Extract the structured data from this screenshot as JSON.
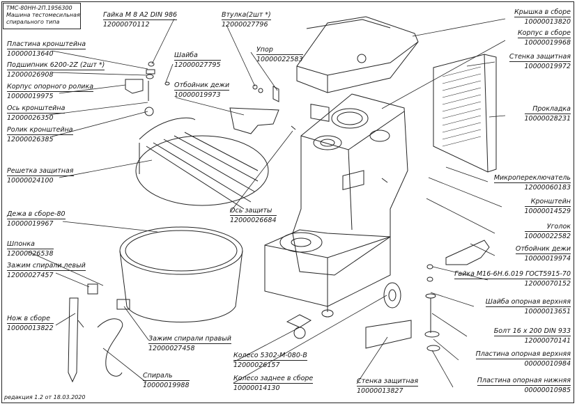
{
  "title_block": {
    "line1": "ТМС-80НН-2П.1956300",
    "line2": "Машина тестомесильная",
    "line3": "спирального типа"
  },
  "revision": "редакция 1.2 от 18.03.2020",
  "parts": [
    {
      "name": "Гайка M 8 A2 DIN 986",
      "code": "12000070112"
    },
    {
      "name": "Пластина кронштейна",
      "code": "10000013640"
    },
    {
      "name": "Подшипник 6200-2Z (2шт *)",
      "code": "12000026908"
    },
    {
      "name": "Корпус опорного ролика",
      "code": "10000019975"
    },
    {
      "name": "Ось кронштейна",
      "code": "12000026350"
    },
    {
      "name": "Ролик кронштейна",
      "code": "12000026385"
    },
    {
      "name": "Шайба",
      "code": "12000027795"
    },
    {
      "name": "Отбойник дежи",
      "code": "10000019973"
    },
    {
      "name": "Втулка(2шт *)",
      "code": "12000027796"
    },
    {
      "name": "Упор",
      "code": "10000022583"
    },
    {
      "name": "Решетка защитная",
      "code": "10000024100"
    },
    {
      "name": "Дежа в сборе-80",
      "code": "10000019967"
    },
    {
      "name": "Шпонка",
      "code": "12000026538"
    },
    {
      "name": "Зажим спирали левый",
      "code": "12000027457"
    },
    {
      "name": "Нож в сборе",
      "code": "10000013822"
    },
    {
      "name": "Зажим спирали правый",
      "code": "12000027458"
    },
    {
      "name": "Спираль",
      "code": "10000019988"
    },
    {
      "name": "Ось защиты",
      "code": "12000026684"
    },
    {
      "name": "Колесо 5302-M-080-B",
      "code": "12000026157"
    },
    {
      "name": "Колесо заднее в сборе",
      "code": "10000014130"
    },
    {
      "name": "Стенка защитная",
      "code": "10000013827"
    },
    {
      "name": "Крышка в сборе",
      "code": "10000013820"
    },
    {
      "name": "Корпус в сборе",
      "code": "10000019968"
    },
    {
      "name": "Стенка защитная",
      "code": "10000019972"
    },
    {
      "name": "Прокладка",
      "code": "10000028231"
    },
    {
      "name": "Микропереключатель",
      "code": "12000060183"
    },
    {
      "name": "Кронштейн",
      "code": "10000014529"
    },
    {
      "name": "Уголок",
      "code": "10000022582"
    },
    {
      "name": "Отбойник дежи",
      "code": "10000019974"
    },
    {
      "name": "Гайка M16-6H.6.019 ГОСТ5915-70",
      "code": "12000070152"
    },
    {
      "name": "Шайба опорная верхняя",
      "code": "10000013651"
    },
    {
      "name": "Болт 16 x 200 DIN 933",
      "code": "12000070141"
    },
    {
      "name": "Пластина опорная верхняя",
      "code": "00000010984"
    },
    {
      "name": "Пластина опорная нижняя",
      "code": "00000010985"
    }
  ]
}
